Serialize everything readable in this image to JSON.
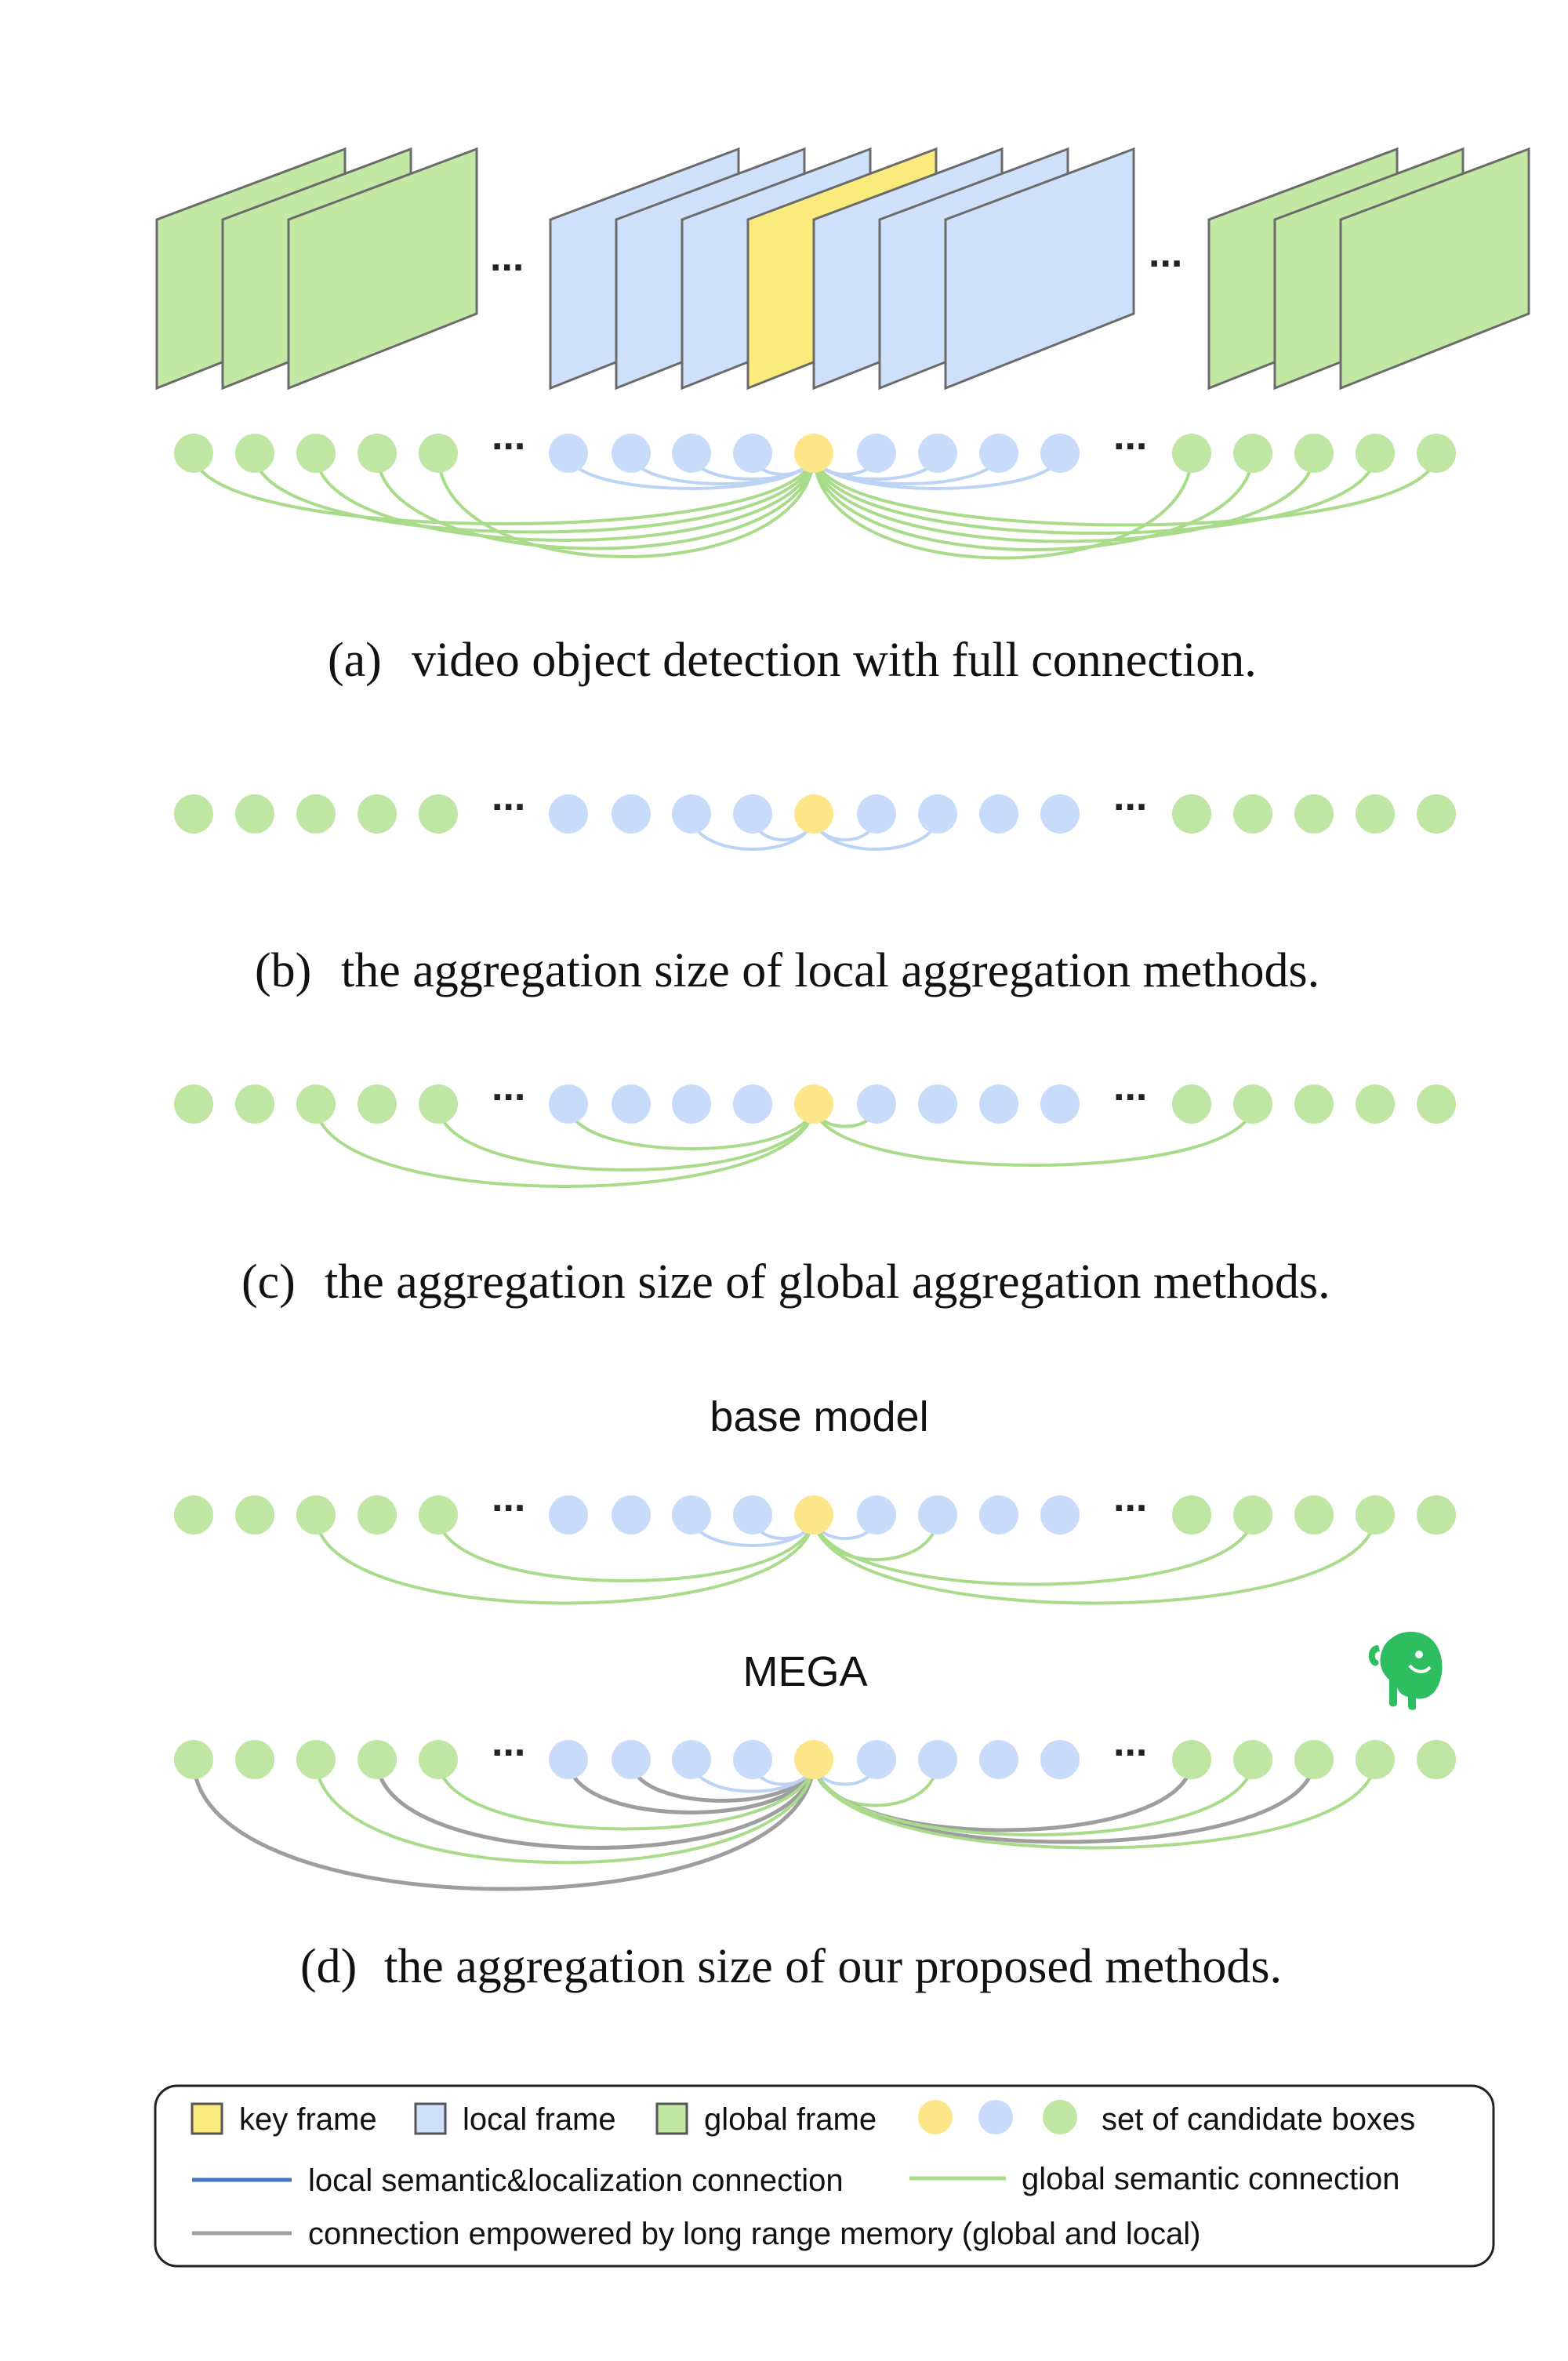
{
  "colors": {
    "key": "#fbeb7c",
    "key_node": "#fde68a",
    "local": "#cfe0fb",
    "local_node": "#c9dbfa",
    "global": "#c2e8a4",
    "global_node": "#bfe6a2",
    "local_edge": "#bcd3f5",
    "global_edge": "#a9dc8a",
    "memory_edge": "#9e9e9e",
    "frame_stroke": "#6b6b6b",
    "legend_local_line": "#4472c4"
  },
  "ellipsis": "...",
  "frames": {
    "groups": [
      {
        "type": "global",
        "count": 3
      },
      {
        "type": "local",
        "count": 7,
        "key_index": 3
      },
      {
        "type": "global",
        "count": 3
      }
    ]
  },
  "node_row": [
    "global",
    "global",
    "global",
    "global",
    "global",
    "gap",
    "local",
    "local",
    "local",
    "local",
    "key",
    "local",
    "local",
    "local",
    "local",
    "gap",
    "global",
    "global",
    "global",
    "global",
    "global"
  ],
  "panels": [
    {
      "id": "a",
      "caption_label": "(a)",
      "caption_text": "video object detection with full connection."
    },
    {
      "id": "b",
      "caption_label": "(b)",
      "caption_text": "the aggregation size of local aggregation methods."
    },
    {
      "id": "c",
      "caption_label": "(c)",
      "caption_text": "the aggregation size of global aggregation methods."
    },
    {
      "id": "d",
      "caption_label": "(d)",
      "caption_text": "the aggregation size of our proposed methods."
    }
  ],
  "labels": {
    "base_model": "base model",
    "mega": "MEGA"
  },
  "logo": {
    "icon": "evernote-elephant-icon",
    "color": "#2dbe60"
  },
  "legend": {
    "key_frame": "key frame",
    "local_frame": "local frame",
    "global_frame": "global frame",
    "candidate_boxes": "set of candidate boxes",
    "local_connection": "local semantic&localization connection",
    "global_connection": "global semantic connection",
    "memory_connection": "connection empowered by long range memory (global and local)"
  }
}
